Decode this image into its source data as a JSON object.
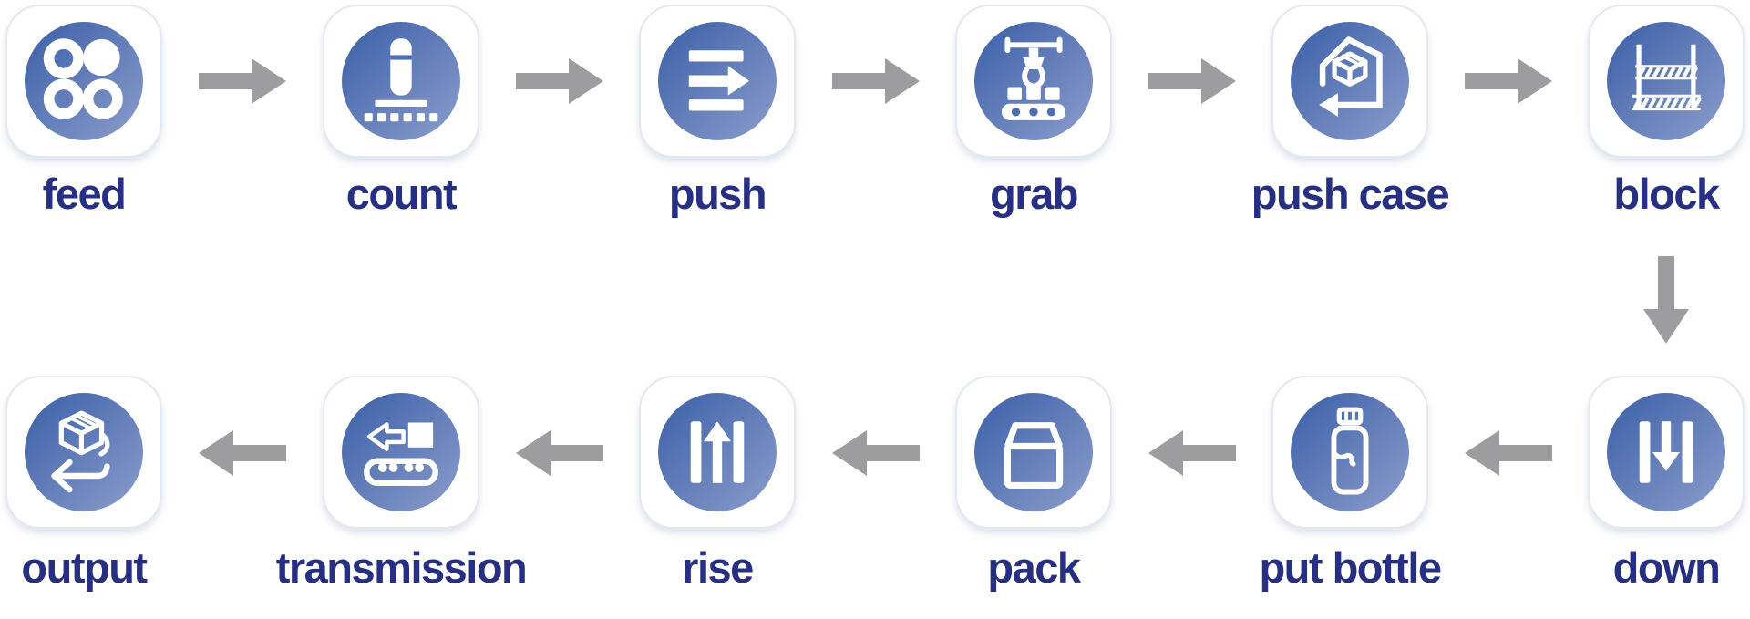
{
  "page": {
    "background": "#ffffff",
    "type": "process-flow-diagram"
  },
  "flow": {
    "process_order_note": "feed → count → push → grab → push case → block → down → put bottle → pack → rise → transmission → output",
    "steps": [
      {
        "id": "feed",
        "label": "feed",
        "icon": "feed-icon"
      },
      {
        "id": "count",
        "label": "count",
        "icon": "count-icon"
      },
      {
        "id": "push",
        "label": "push",
        "icon": "push-icon"
      },
      {
        "id": "grab",
        "label": "grab",
        "icon": "grab-icon"
      },
      {
        "id": "push-case",
        "label": "push case",
        "icon": "push-case-icon"
      },
      {
        "id": "block",
        "label": "block",
        "icon": "block-icon"
      },
      {
        "id": "down",
        "label": "down",
        "icon": "down-icon"
      },
      {
        "id": "put-bottle",
        "label": "put bottle",
        "icon": "put-bottle-icon"
      },
      {
        "id": "pack",
        "label": "pack",
        "icon": "pack-icon"
      },
      {
        "id": "rise",
        "label": "rise",
        "icon": "rise-icon"
      },
      {
        "id": "transmission",
        "label": "transmission",
        "icon": "transmission-icon"
      },
      {
        "id": "output",
        "label": "output",
        "icon": "output-icon"
      }
    ],
    "connectors": {
      "row1_direction": "right",
      "row2_direction": "left",
      "row_link": "down"
    },
    "colors": {
      "tile_border": "#e4e8f1",
      "icon_gradient_start": "#3a5fa8",
      "icon_gradient_end": "#8c9dcb",
      "icon_stroke": "#ffffff",
      "icon_inner": "#4e6db2",
      "arrow": "#9d9da0",
      "label": "#272f83"
    }
  }
}
